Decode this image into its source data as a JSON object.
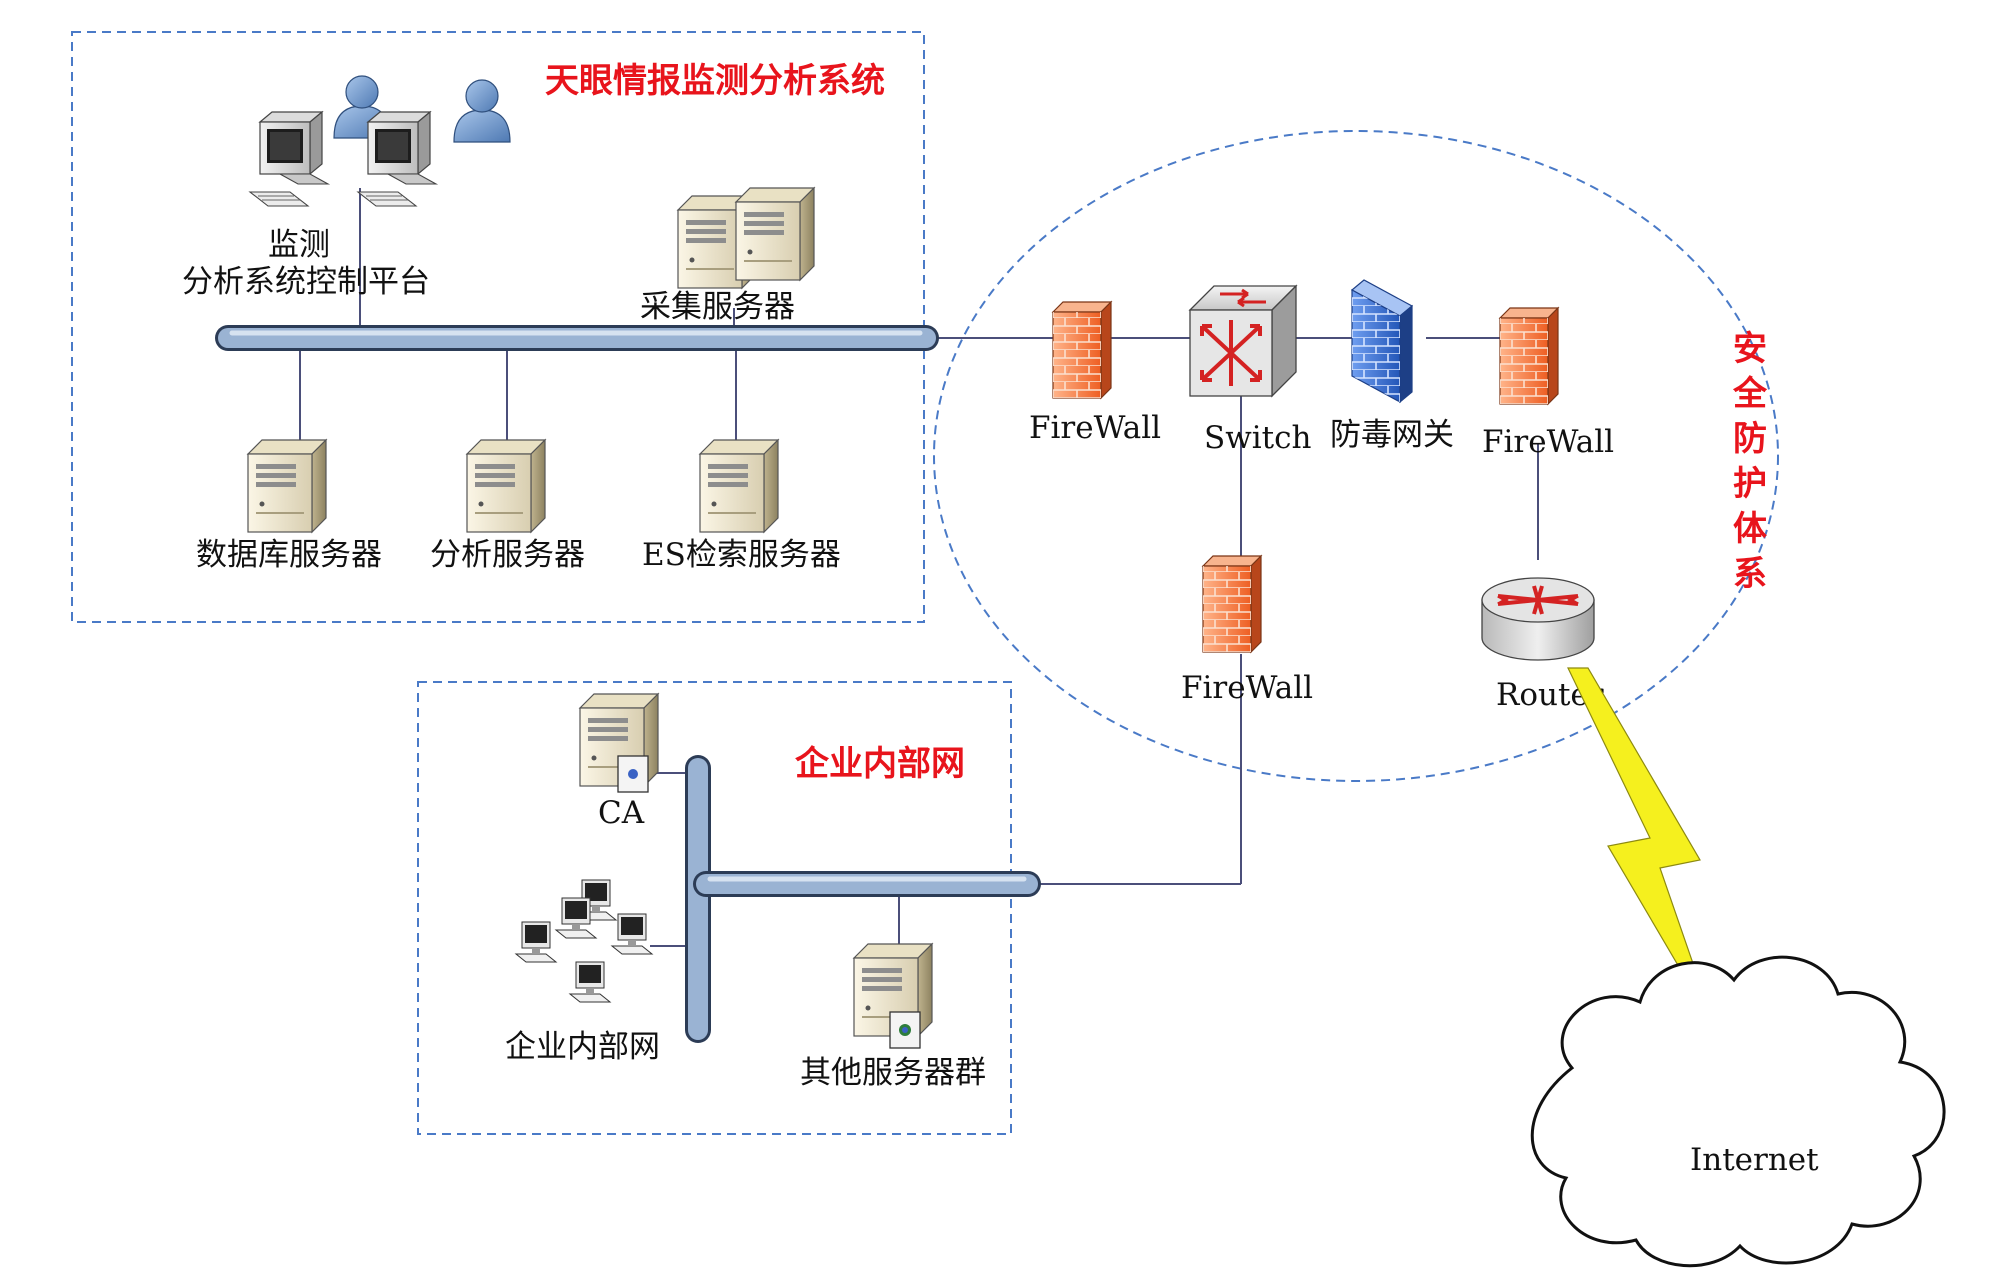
{
  "zones": {
    "analysis": "天眼情报监测分析系统",
    "security": [
      "安",
      "全",
      "防",
      "护",
      "体",
      "系"
    ],
    "intranet": "企业内部网"
  },
  "nodes": {
    "control_line1": "监测",
    "control_line2": "分析系统控制平台",
    "collect": "采集服务器",
    "db": "数据库服务器",
    "analysis_server": "分析服务器",
    "es": "ES检索服务器",
    "firewall_1": "FireWall",
    "switch": "Switch",
    "gateway": "防毒网关",
    "firewall_2": "FireWall",
    "firewall_3": "FireWall",
    "router": "Router",
    "ca": "CA",
    "intranet_pcs": "企业内部网",
    "other_servers": "其他服务器群",
    "internet": "Internet"
  },
  "colors": {
    "zone_border": "#4a7ac7",
    "zone_title": "#e8141c",
    "bus": "#9ab3d3",
    "firewall": "#f07a3c",
    "gateway": "#3b6fd1",
    "lightning": "#f5f01e"
  }
}
